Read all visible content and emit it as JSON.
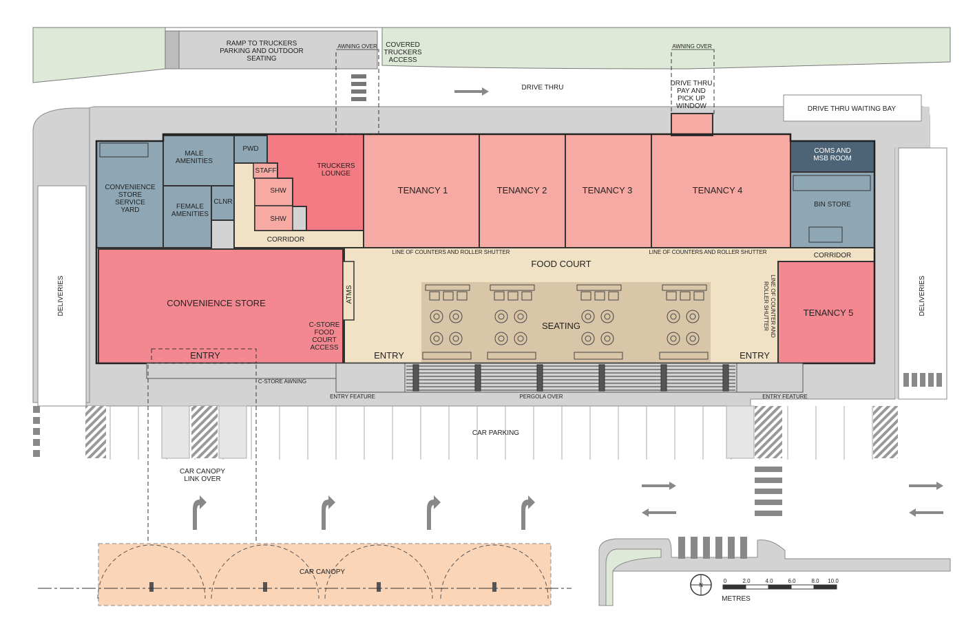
{
  "labels": {
    "ramp": [
      "RAMP TO TRUCKERS",
      "PARKING AND OUTDOOR",
      "SEATING"
    ],
    "covered": [
      "COVERED",
      "TRUCKERS",
      "ACCESS"
    ],
    "awning_over_1": "AWNING OVER",
    "awning_over_2": "AWNING OVER",
    "drive_thru": "DRIVE THRU",
    "drive_thru_window": [
      "DRIVE THRU",
      "PAY AND",
      "PICK UP",
      "WINDOW"
    ],
    "waiting_bay": "DRIVE THRU WAITING BAY",
    "service_yard": [
      "CONVENIENCE",
      "STORE",
      "SERVICE",
      "YARD"
    ],
    "male": [
      "MALE",
      "AMENITIES"
    ],
    "female": [
      "FEMALE",
      "AMENITIES"
    ],
    "pwd": "PWD",
    "staff": "STAFF",
    "shw1": "SHW",
    "shw2": "SHW",
    "clnr": "CLNR",
    "lounge": [
      "TRUCKERS",
      "LOUNGE"
    ],
    "tenancy1": "TENANCY 1",
    "tenancy2": "TENANCY 2",
    "tenancy3": "TENANCY 3",
    "tenancy4": "TENANCY 4",
    "tenancy5": "TENANCY 5",
    "coms": [
      "COMS AND",
      "MSB ROOM"
    ],
    "bin_store": "BIN STORE",
    "corridor_left": "CORRIDOR",
    "corridor_right": "CORRIDOR",
    "counters_1": "LINE OF COUNTERS AND ROLLER SHUTTER",
    "counters_2": "LINE OF COUNTERS AND ROLLER SHUTTER",
    "counter_vertical": [
      "LINE OF COUNTER AND",
      "ROLLER SHUTTER"
    ],
    "food_court": "FOOD COURT",
    "atms": "ATMS",
    "conv_store": "CONVENIENCE STORE",
    "cstore_access": [
      "C-STORE",
      "FOOD",
      "COURT",
      "ACCESS"
    ],
    "seating": "SEATING",
    "entry_store": "ENTRY",
    "entry_food": "ENTRY",
    "entry_right": "ENTRY",
    "cstore_awning": "C-STORE AWNING",
    "entry_feature_1": "ENTRY FEATURE",
    "entry_feature_2": "ENTRY FEATURE",
    "pergola": "PERGOLA OVER",
    "car_parking": "CAR PARKING",
    "deliveries_left": "DELIVERIES",
    "deliveries_right": "DELIVERIES",
    "canopy_link": [
      "CAR CANOPY",
      "LINK OVER"
    ],
    "car_canopy": "CAR CANOPY",
    "north": "N",
    "scale_ticks": [
      "0",
      "2.0",
      "4.0",
      "6.0",
      "8.0",
      "10.0"
    ],
    "scale_unit": "METRES"
  },
  "colors": {
    "tenancy": "#f7aaa4",
    "convenience": "#f48891",
    "lounge": "#f47a84",
    "service": "#8fa7b4",
    "coms": "#4d6476",
    "corridor": "#f1e2c6",
    "seating": "#d9c6a8",
    "road": "#d3d3d3",
    "grass": "#dfe9d8",
    "canopy": "#fbd5b8"
  }
}
